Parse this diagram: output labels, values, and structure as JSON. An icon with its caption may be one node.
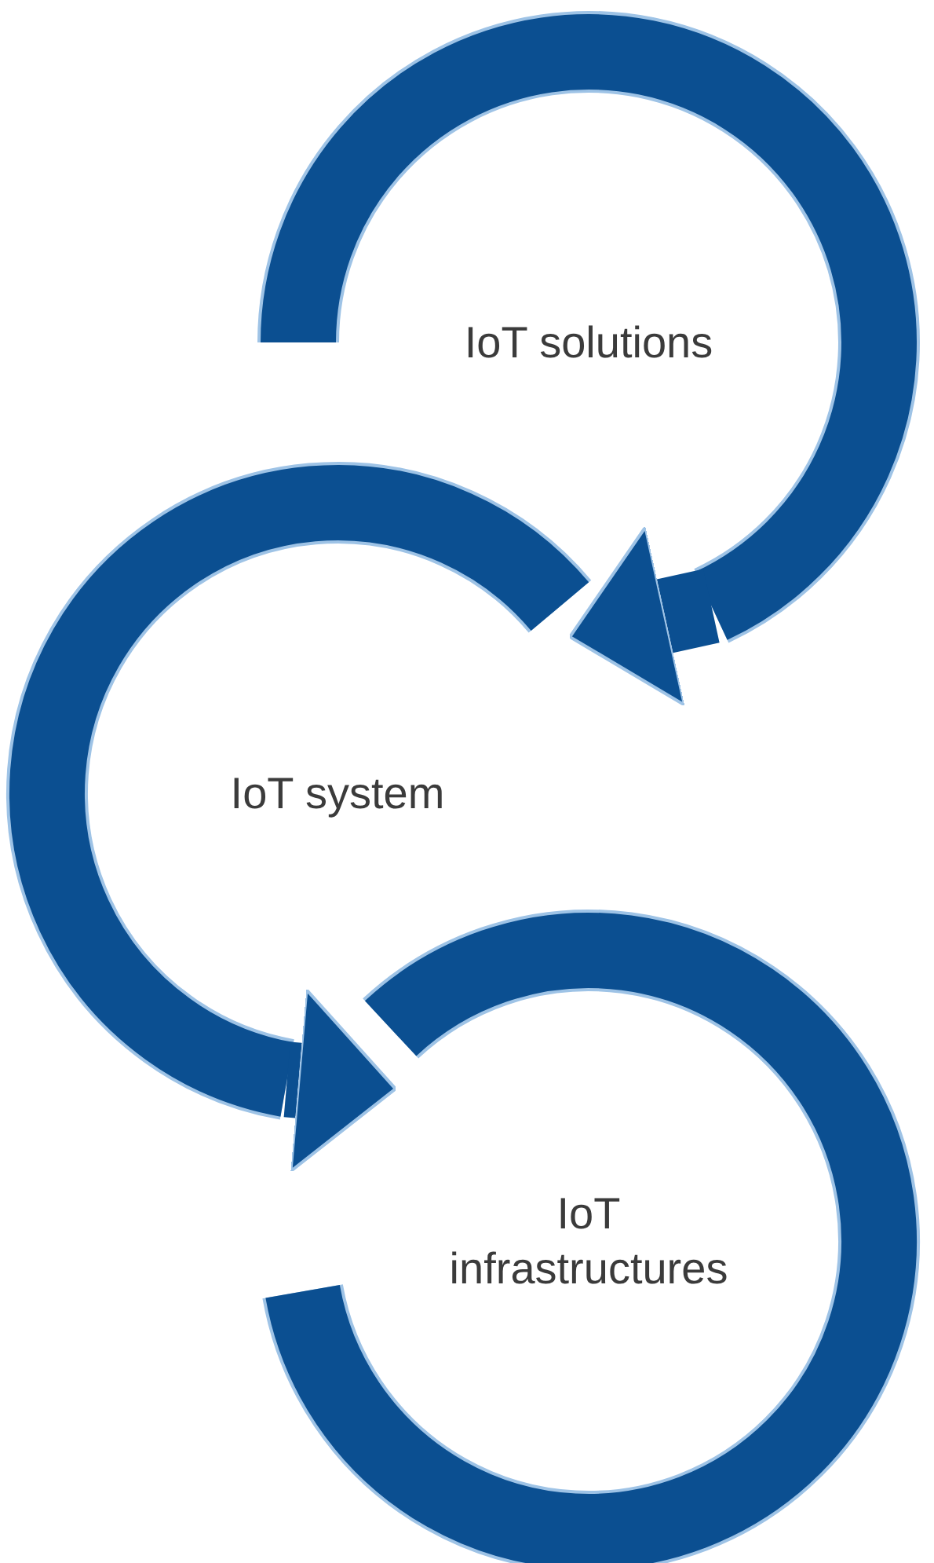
{
  "diagram": {
    "nodes": [
      {
        "text": [
          "IoT solutions"
        ]
      },
      {
        "text": [
          "IoT system"
        ]
      },
      {
        "text": [
          "IoT infrastructures"
        ]
      }
    ],
    "edges": [
      {
        "from": 0,
        "to": 1,
        "arrow": "to"
      },
      {
        "from": 1,
        "to": 2,
        "arrow": "to"
      }
    ]
  }
}
